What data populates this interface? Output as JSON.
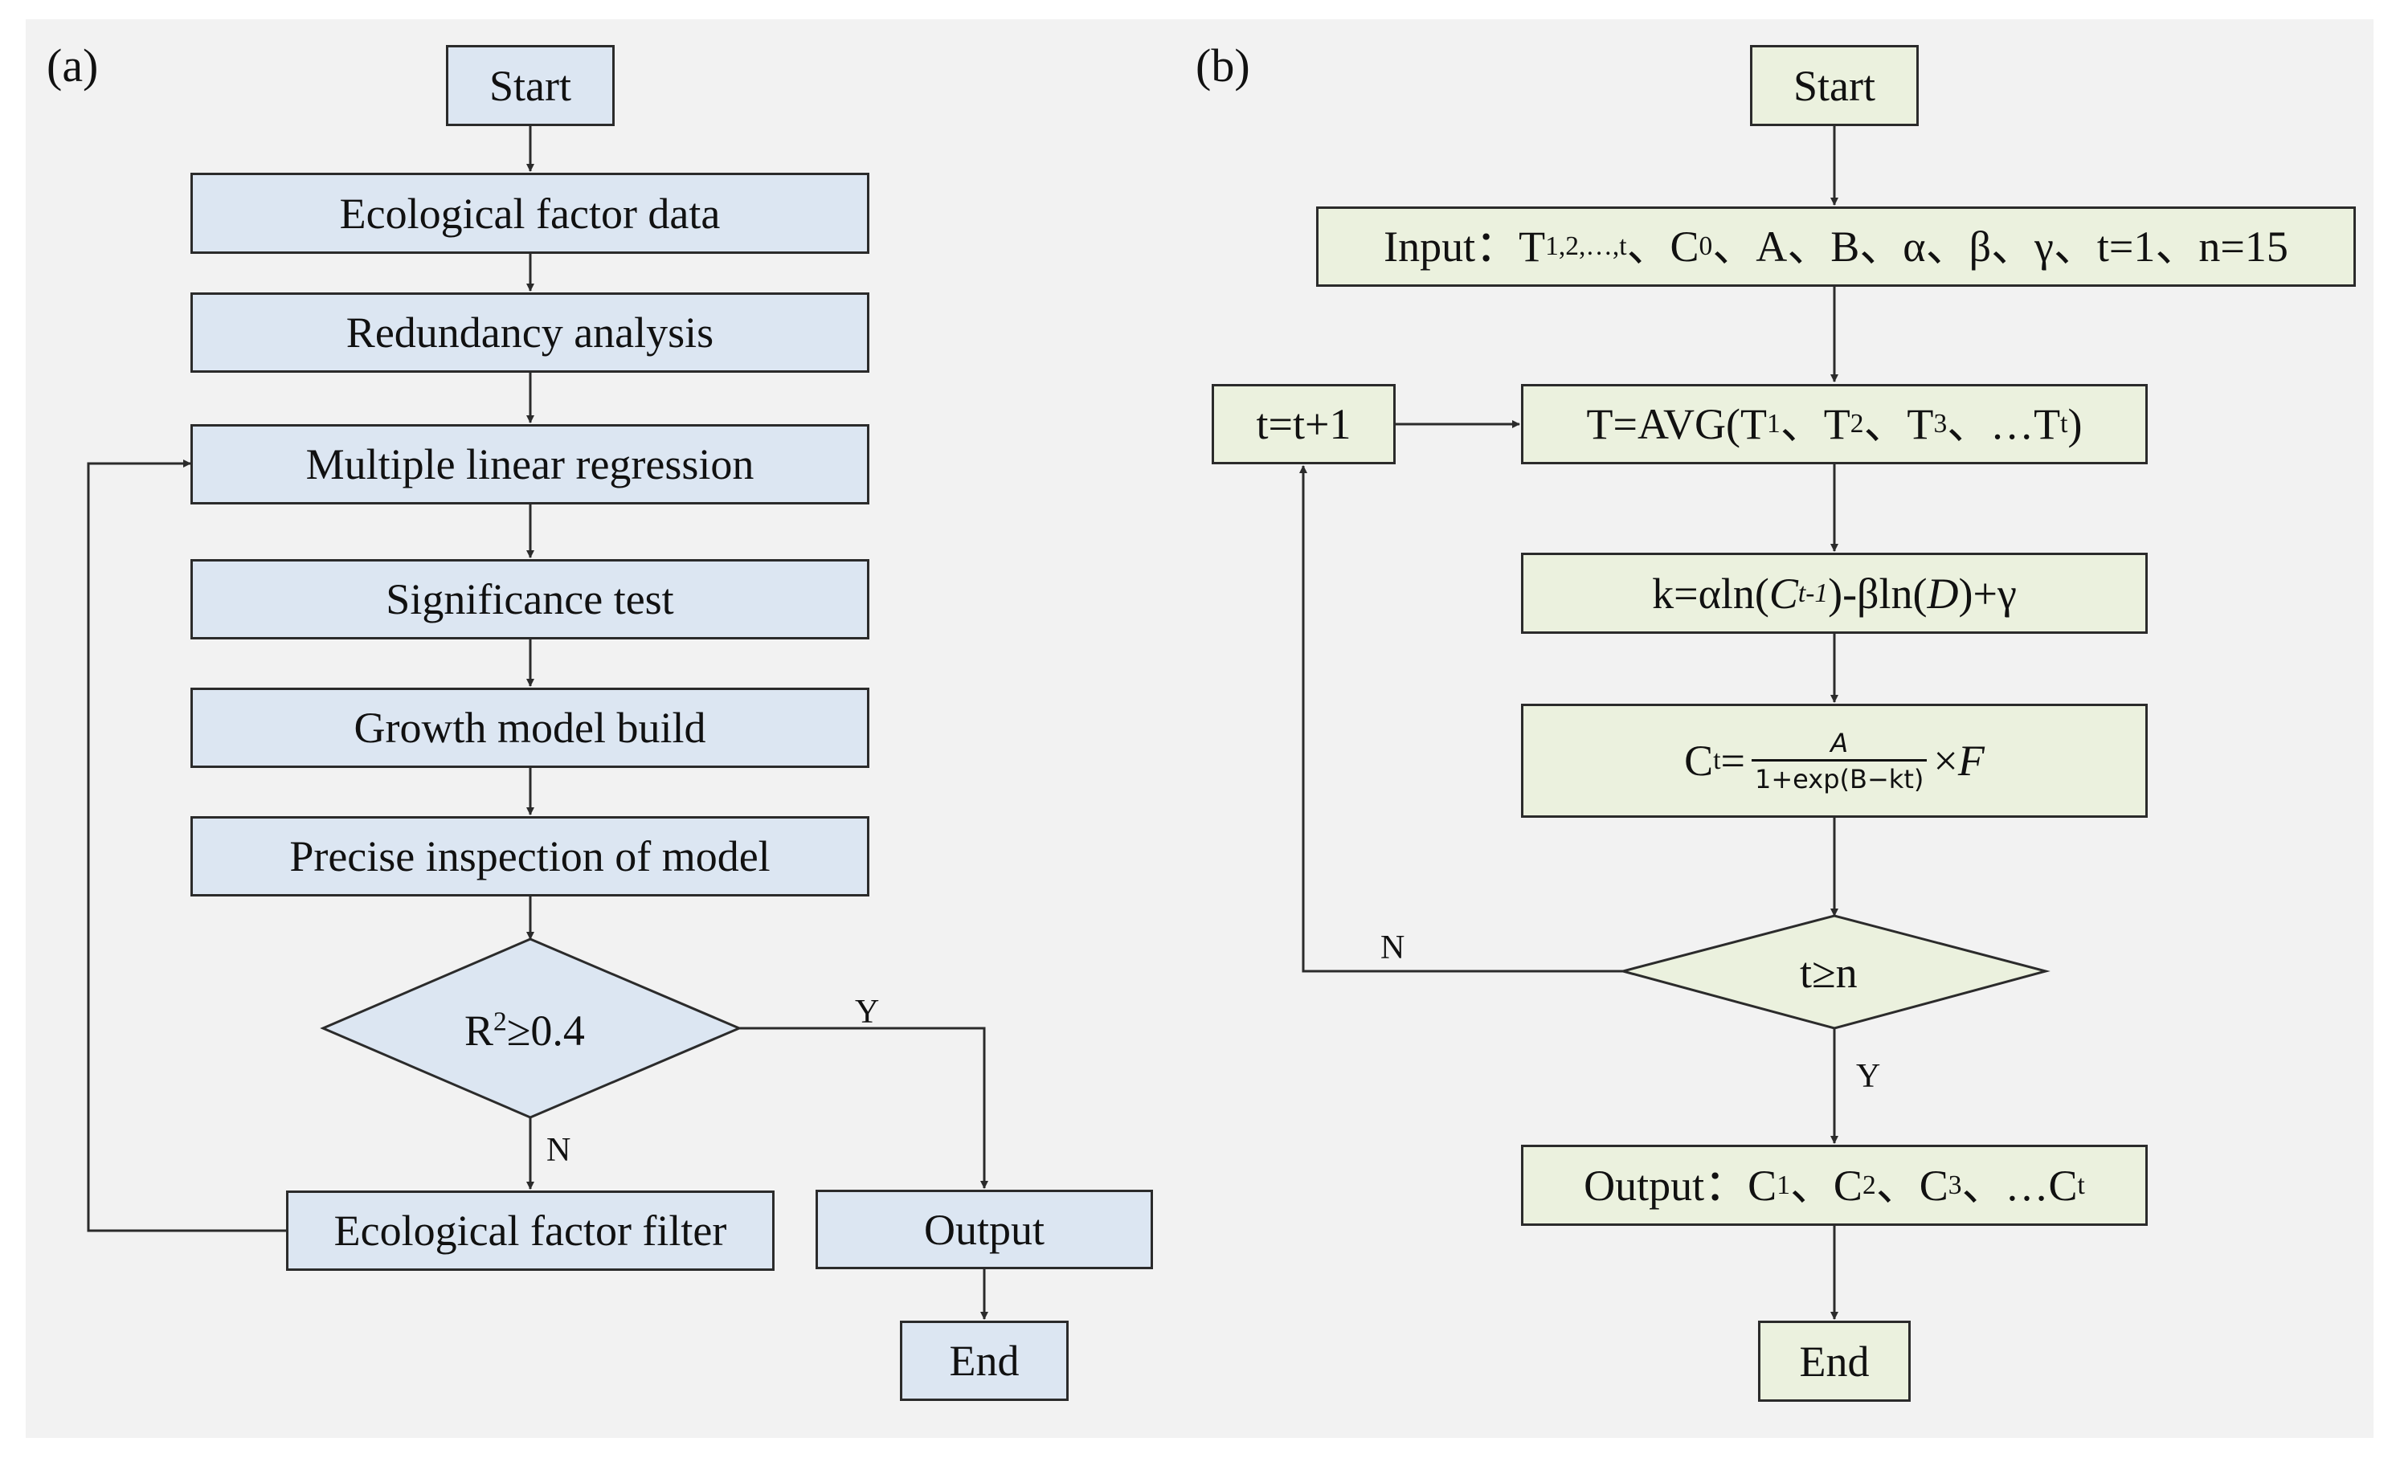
{
  "panel_a": {
    "label": "(a)",
    "start": "Start",
    "step1": "Ecological factor data",
    "step2": "Redundancy analysis",
    "step3": "Multiple linear regression",
    "step4": "Significance test",
    "step5": "Growth model build",
    "step6": "Precise inspection of model",
    "decision_base": "R",
    "decision_sup": "2",
    "decision_rest": "≥0.4",
    "yes_label": "Y",
    "no_label": "N",
    "filter": "Ecological factor filter",
    "output": "Output",
    "end": "End"
  },
  "panel_b": {
    "label": "(b)",
    "start": "Start",
    "input_prefix": "Input：T",
    "input_sub": "1,2,…,t",
    "input_mid1": "、C",
    "input_sub0": "0",
    "input_rest": "、A、B、α、β、γ、t=1、n=15",
    "increment": "t=t+1",
    "avg_prefix": "T=AVG(T",
    "avg_s1": "1",
    "avg_m1": "、T",
    "avg_s2": "2",
    "avg_m2": "、T",
    "avg_s3": "3",
    "avg_m3": "、…T",
    "avg_st": "t",
    "avg_end": ")",
    "k_prefix": "k=αln(",
    "k_c": "C",
    "k_csub": "t-1",
    "k_mid": ")-βln(",
    "k_d": "D",
    "k_end": ")+γ",
    "ct_c": "C",
    "ct_sub": "t",
    "ct_eq": "=",
    "ct_num": "A",
    "ct_den": "1+exp(B−kt)",
    "ct_times": "×",
    "ct_f": "F",
    "decision": "t≥n",
    "no_label": "N",
    "yes_label": "Y",
    "out_prefix": "Output：C",
    "out_s1": "1",
    "out_m1": "、C",
    "out_s2": "2",
    "out_m2": "、C",
    "out_s3": "3",
    "out_m3": "、…C",
    "out_st": "t",
    "end": "End"
  }
}
